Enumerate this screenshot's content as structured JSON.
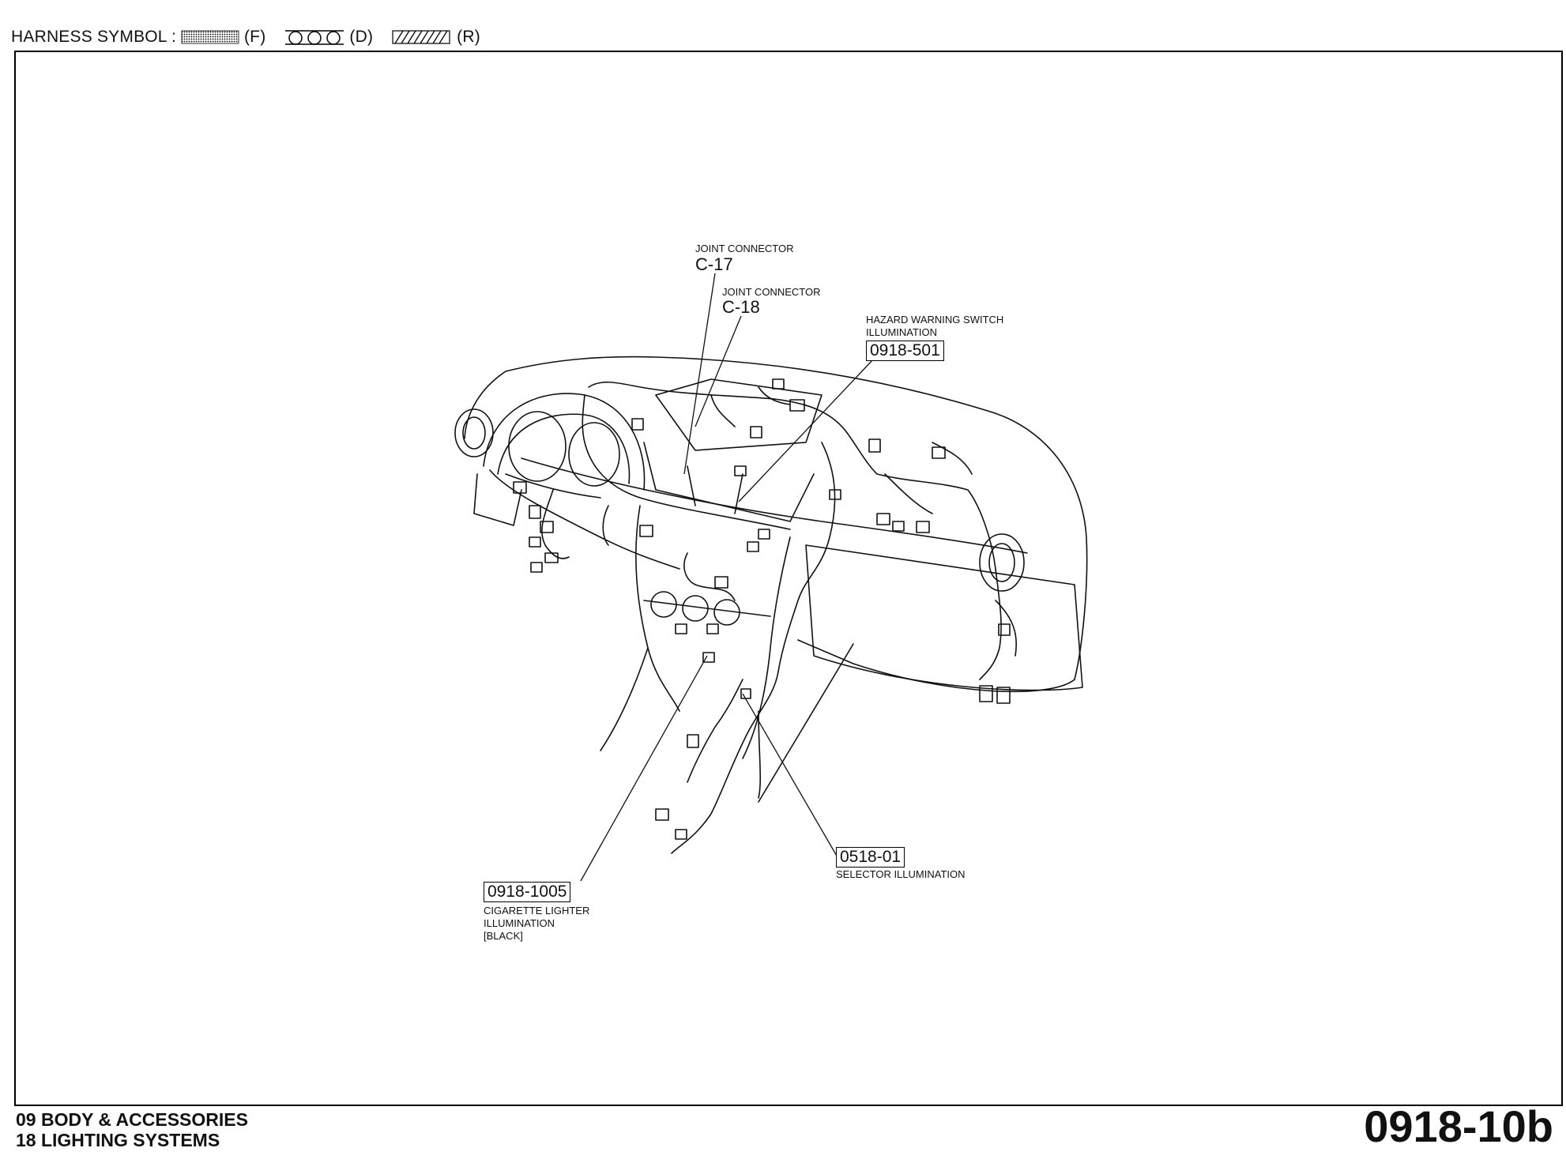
{
  "header": {
    "label": "HARNESS SYMBOL :",
    "symbols": [
      {
        "icon": "dotted-band-icon",
        "code": "(F)"
      },
      {
        "icon": "circles-band-icon",
        "code": "(D)"
      },
      {
        "icon": "hatched-band-icon",
        "code": "(R)"
      }
    ]
  },
  "labels": {
    "c17": {
      "title": "JOINT CONNECTOR",
      "code": "C-17"
    },
    "c18": {
      "title": "JOINT CONNECTOR",
      "code": "C-18"
    },
    "hazard": {
      "line1": "HAZARD WARNING SWITCH",
      "line2": "ILLUMINATION",
      "code": "0918-501"
    },
    "selector": {
      "code": "0518-01",
      "line1": "SELECTOR ILLUMINATION"
    },
    "cigarette": {
      "code": "0918-1005",
      "line1": "CIGARETTE LIGHTER",
      "line2": "ILLUMINATION",
      "line3": "[BLACK]"
    }
  },
  "footer": {
    "line1": "09  BODY & ACCESSORIES",
    "line2": "18  LIGHTING SYSTEMS",
    "page_code": "0918-10b"
  }
}
